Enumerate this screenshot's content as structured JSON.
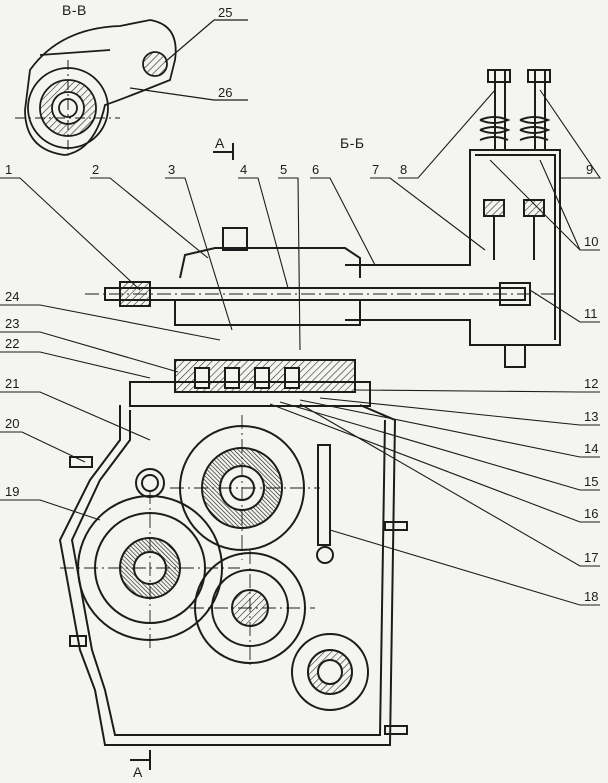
{
  "section_labels": {
    "view_vv": "В-В",
    "view_bb": "Б-Б",
    "cut_top": "А",
    "cut_bottom": "А"
  },
  "callouts": [
    "1",
    "2",
    "3",
    "4",
    "5",
    "6",
    "7",
    "8",
    "9",
    "10",
    "11",
    "12",
    "13",
    "14",
    "15",
    "16",
    "17",
    "18",
    "19",
    "20",
    "21",
    "22",
    "23",
    "24",
    "25",
    "26"
  ],
  "colors": {
    "ink": "#1c1c1c",
    "hatch": "#2a2a2a",
    "paper": "#f4f4f1"
  }
}
